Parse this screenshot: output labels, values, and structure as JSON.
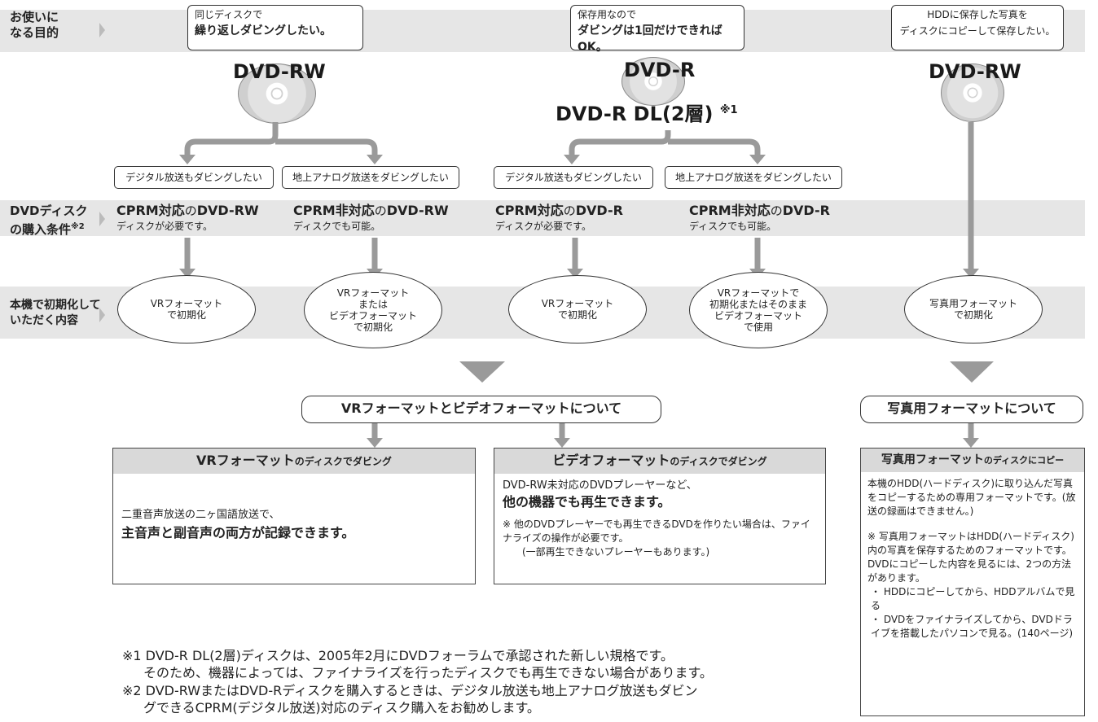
{
  "rows": {
    "purpose": [
      "お使いに",
      "なる目的"
    ],
    "condition": [
      "DVDディスク",
      "の購入条件"
    ],
    "condition_mark": "※2",
    "content": [
      "本機で初期化して",
      "いただく内容"
    ]
  },
  "purposes": [
    {
      "line1": "同じディスクで",
      "line2": "繰り返しダビングしたい。"
    },
    {
      "line1": "保存用なので",
      "line2": "ダビングは1回だけできればOK。"
    },
    {
      "line1": "HDDに保存した写真を",
      "line2": "ディスクにコピーして保存したい。"
    }
  ],
  "discs": {
    "left": "DVD-RW",
    "middle": "DVD-R",
    "middle2": "DVD-R DL(2層)",
    "middle2_mark": "※1",
    "right": "DVD-RW"
  },
  "choices": [
    "デジタル放送もダビングしたい",
    "地上アナログ放送をダビングしたい",
    "デジタル放送もダビングしたい",
    "地上アナログ放送をダビングしたい"
  ],
  "conditions": [
    {
      "a": "CPRM対応",
      "b": "の",
      "c": "DVD-RW",
      "sub": "ディスクが必要です。"
    },
    {
      "a": "CPRM非対応",
      "b": "の",
      "c": "DVD-RW",
      "sub": "ディスクでも可能。"
    },
    {
      "a": "CPRM対応",
      "b": "の",
      "c": "DVD-R",
      "sub": "ディスクが必要です。"
    },
    {
      "a": "CPRM非対応",
      "b": "の",
      "c": "DVD-R",
      "sub": "ディスクでも可能。"
    }
  ],
  "ovals": [
    "VRフォーマット\nで初期化",
    "VRフォーマット\nまたは\nビデオフォーマット\nで初期化",
    "VRフォーマット\nで初期化",
    "VRフォーマットで\n初期化またはそのまま\nビデオフォーマット\nで使用",
    "写真用フォーマット\nで初期化"
  ],
  "pills": {
    "left": "VRフォーマットとビデオフォーマットについて",
    "right": "写真用フォーマットについて"
  },
  "cards": {
    "vr": {
      "title": "VRフォーマット",
      "title_suffix": "のディスクでダビング",
      "line1": "二重音声放送の二ヶ国語放送で、",
      "line2": "主音声と副音声の両方が記録できます。"
    },
    "video": {
      "title": "ビデオフォーマット",
      "title_suffix": "のディスクでダビング",
      "line1": "DVD-RW未対応のDVDプレーヤーなど、",
      "line2": "他の機器でも再生できます。",
      "note": "※ 他のDVDプレーヤーでも再生できるDVDを作りたい場合は、ファイナライズの操作が必要です。",
      "note2": "(一部再生できないプレーヤーもあります。)"
    },
    "photo": {
      "title": "写真用フォーマット",
      "title_suffix": "のディスクにコピー",
      "body": "本機のHDD(ハードディスク)に取り込んだ写真をコピーするための専用フォーマットです。(放送の録画はできません。)",
      "note": "※ 写真用フォーマットはHDD(ハードディスク)内の写真を保存するためのフォーマットです。DVDにコピーした内容を見るには、2つの方法があります。",
      "bullet1": "・ HDDにコピーしてから、HDDアルバムで見る",
      "bullet2": "・ DVDをファイナライズしてから、DVDドライブを搭載したパソコンで見る。(140ページ)"
    }
  },
  "footnotes": {
    "n1_line1": "※1 DVD-R DL(2層)ディスクは、2005年2月にDVDフォーラムで承認された新しい規格です。",
    "n1_line2": "そのため、機器によっては、ファイナライズを行ったディスクでも再生できない場合があります。",
    "n2_line1": "※2 DVD-RWまたはDVD-Rディスクを購入するときは、デジタル放送も地上アナログ放送もダビン",
    "n2_line2": "グできるCPRM(デジタル放送)対応のディスク購入をお勧めします。"
  }
}
